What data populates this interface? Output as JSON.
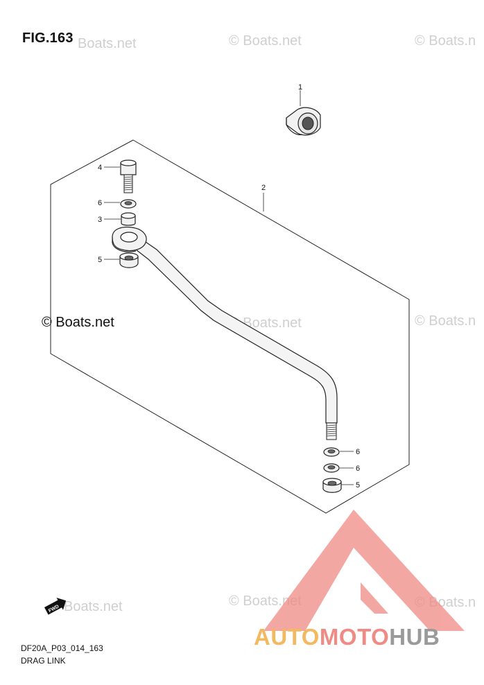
{
  "figure": {
    "title": "FIG.163",
    "code": "DF20A_P03_014_163",
    "name": "DRAG LINK"
  },
  "watermarks": {
    "text": "© Boats.net",
    "partial_left": "Boats.net",
    "partial_right": "© Boats.n",
    "right_edge_top": "© Boats.n",
    "inner_right_mid": "© Boats.net",
    "far_right_mid": "© Boats.n",
    "left_mid": "© Boats.net",
    "bottom_left": "Boats.net",
    "bottom_mid": "© Boats.net",
    "bottom_right": "© Boats.n"
  },
  "callouts": [
    {
      "id": "part-1",
      "label": "1"
    },
    {
      "id": "part-2",
      "label": "2"
    },
    {
      "id": "part-3",
      "label": "3"
    },
    {
      "id": "part-4",
      "label": "4"
    },
    {
      "id": "part-5-top",
      "label": "5"
    },
    {
      "id": "part-6-top",
      "label": "6"
    },
    {
      "id": "part-6-bottom-a",
      "label": "6"
    },
    {
      "id": "part-6-bottom-b",
      "label": "6"
    },
    {
      "id": "part-5-bottom",
      "label": "5"
    }
  ],
  "fwd_badge": "FWD",
  "logo": {
    "part1": "AUTO",
    "part2": "MOTO",
    "part3": "HUB",
    "color1": "#f4b860",
    "color2": "#f08a84",
    "color3": "#9a9a9a"
  }
}
